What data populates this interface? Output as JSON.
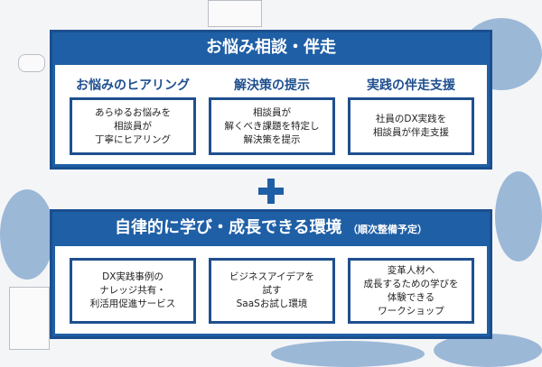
{
  "top": {
    "title": "お悩み相談・伴走",
    "columns": [
      {
        "label": "お悩みのヒアリング",
        "text": "あらゆるお悩みを\n相談員が\n丁寧にヒアリング"
      },
      {
        "label": "解決策の提示",
        "text": "相談員が\n解くべき課題を特定し\n解決策を提示"
      },
      {
        "label": "実践の伴走支援",
        "text": "社員のDX実践を\n相談員が伴走支援"
      }
    ]
  },
  "bottom": {
    "title": "自律的に学び・成長できる環境",
    "note": "（順次整備予定）",
    "items": [
      "DX実践事例の\nナレッジ共有・\n利活用促進サービス",
      "ビジネスアイデアを\n試す\nSaaSお試し環境",
      "変革人材へ\n成長するための学びを\n体験できる\nワークショップ"
    ]
  },
  "colors": {
    "primary": "#1f5fa6",
    "border": "#1a4f8e",
    "label": "#1f4f8f"
  }
}
